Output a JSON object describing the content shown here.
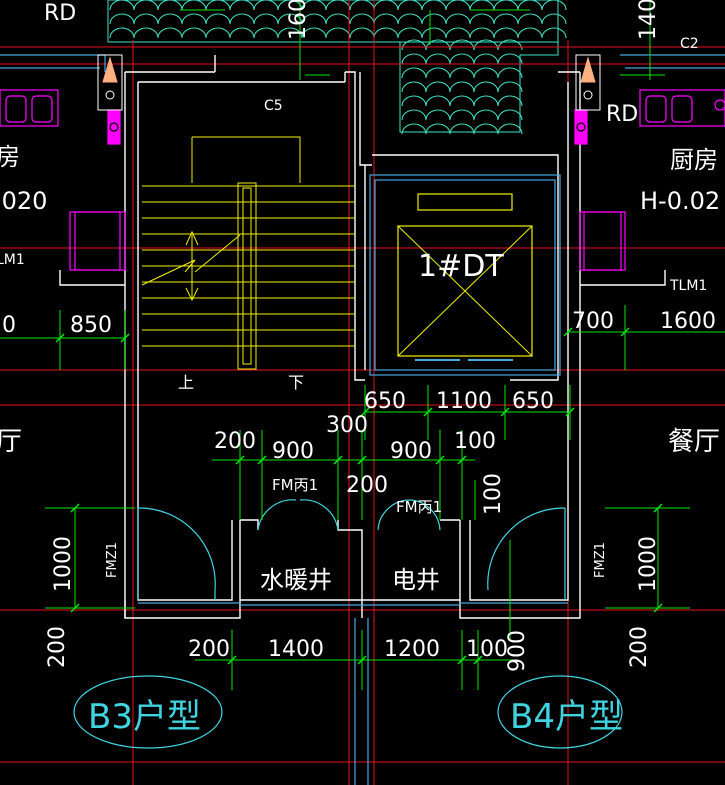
{
  "colors": {
    "background": "#000000",
    "wall": "#ffffff",
    "axis": "#e6121e",
    "dimension": "#00e600",
    "dimension_text": "#ffffff",
    "stair": "#f0f000",
    "fixture": "#ff00ff",
    "door_arc": "#3fd4e0",
    "room_label": "#ffffff",
    "unit_label": "#3fd4e0",
    "hatch": "#3ce6c8",
    "window": "#45a7e0"
  },
  "labels": {
    "rd_top_left": "RD",
    "rd_right": "RD",
    "c5": "C5",
    "c2": "C2",
    "elevator": "1#DT",
    "kitchen_right": "厨房",
    "kitchen_left_partial": "房",
    "height_left_partial": ".020",
    "height_right": "H-0.02",
    "tlm_left_partial": "LM1",
    "tlm_right": "TLM1",
    "stair_up": "上",
    "stair_down": "下",
    "dining_left_partial": "厅",
    "dining_right": "餐厅",
    "fm_door_left": "FM丙1",
    "fm_door_right": "FM丙1",
    "fmz_left": "FMZ1",
    "fmz_right": "FMZ1",
    "shaft_water_heating": "水暖井",
    "shaft_electric": "电井",
    "unit_b3": "B3户型",
    "unit_b4": "B4户型"
  },
  "dimensions": {
    "top_160": "160",
    "top_140": "140",
    "left_0": "0",
    "left_850": "850",
    "right_700": "700",
    "right_1600": "1600",
    "elev_650_a": "650",
    "elev_1100": "1100",
    "elev_650_b": "650",
    "d_300": "300",
    "d_200_a": "200",
    "d_900_a": "900",
    "d_900_b": "900",
    "d_100_a": "100",
    "d_200_b": "200",
    "d_100_vert": "100",
    "fmz_1000_left": "1000",
    "fmz_1000_right": "1000",
    "bottom_200_left": "200",
    "bottom_200_right": "200",
    "bottom_200_h": "200",
    "bottom_1400": "1400",
    "bottom_1200": "1200",
    "bottom_100": "100",
    "bottom_900": "900"
  }
}
